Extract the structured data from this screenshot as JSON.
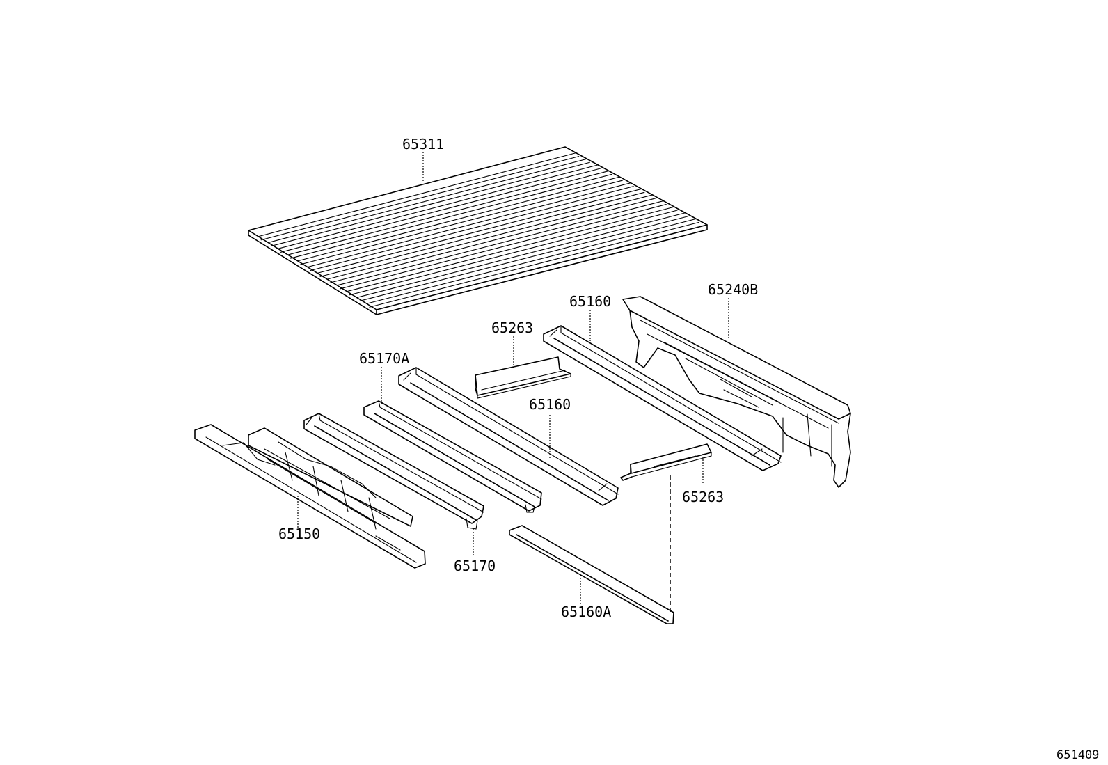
{
  "diagram_code": "651409",
  "parts": [
    {
      "id": "p65311",
      "label": "65311"
    },
    {
      "id": "p65240B",
      "label": "65240B"
    },
    {
      "id": "p65160a",
      "label": "65160"
    },
    {
      "id": "p65263a",
      "label": "65263"
    },
    {
      "id": "p65170A",
      "label": "65170A"
    },
    {
      "id": "p65160b",
      "label": "65160"
    },
    {
      "id": "p65263b",
      "label": "65263"
    },
    {
      "id": "p65150",
      "label": "65150"
    },
    {
      "id": "p65170",
      "label": "65170"
    },
    {
      "id": "p65160A",
      "label": "65160A"
    }
  ]
}
